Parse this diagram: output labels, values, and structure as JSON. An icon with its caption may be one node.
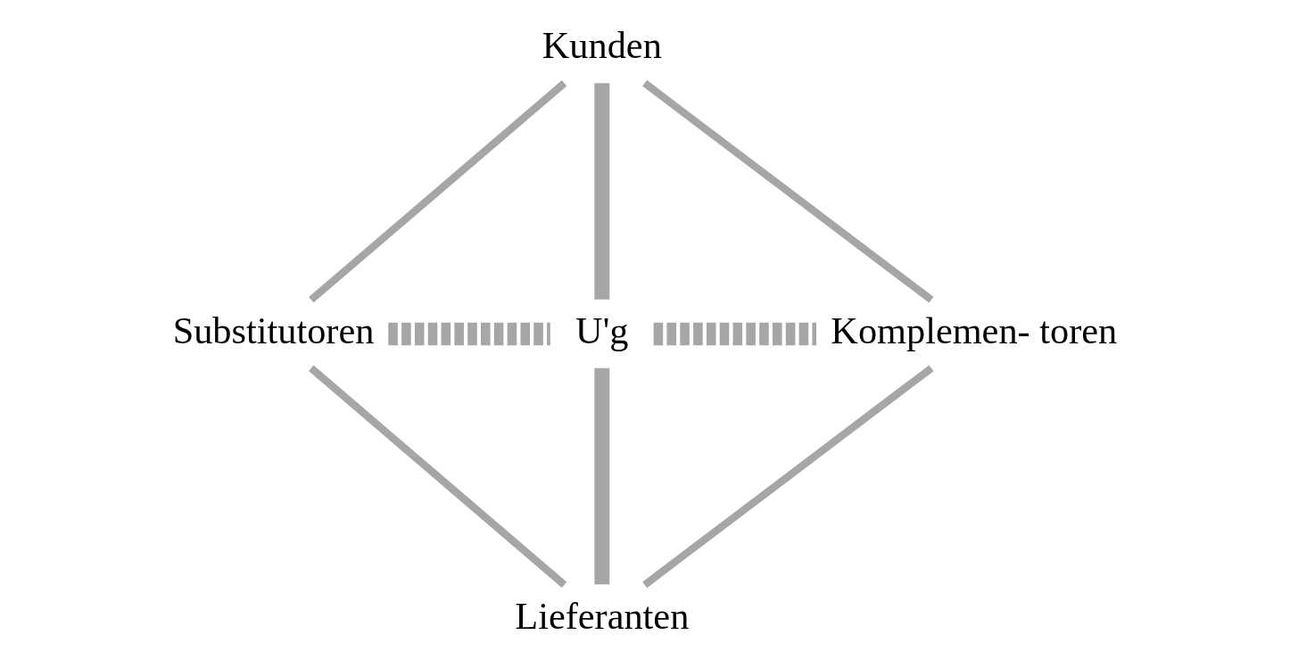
{
  "diagram": {
    "nodes": [
      {
        "text": [
          "Kunden"
        ]
      },
      {
        "text": [
          "Substitutoren"
        ]
      },
      {
        "text": [
          "U'g"
        ]
      },
      {
        "text": [
          "Komplemen- toren"
        ]
      },
      {
        "text": [
          "Lieferanten"
        ]
      }
    ],
    "edges": [
      {
        "from": 0,
        "to": 1,
        "arrow": "none"
      },
      {
        "from": 0,
        "to": 2,
        "arrow": "none",
        "style": "thick"
      },
      {
        "from": 0,
        "to": 3,
        "arrow": "none"
      },
      {
        "from": 1,
        "to": 2,
        "arrow": "none",
        "style": "dashed"
      },
      {
        "from": 2,
        "to": 3,
        "arrow": "none",
        "style": "dashed"
      },
      {
        "from": 1,
        "to": 4,
        "arrow": "none"
      },
      {
        "from": 2,
        "to": 4,
        "arrow": "none",
        "style": "thick"
      },
      {
        "from": 3,
        "to": 4,
        "arrow": "none"
      }
    ]
  }
}
